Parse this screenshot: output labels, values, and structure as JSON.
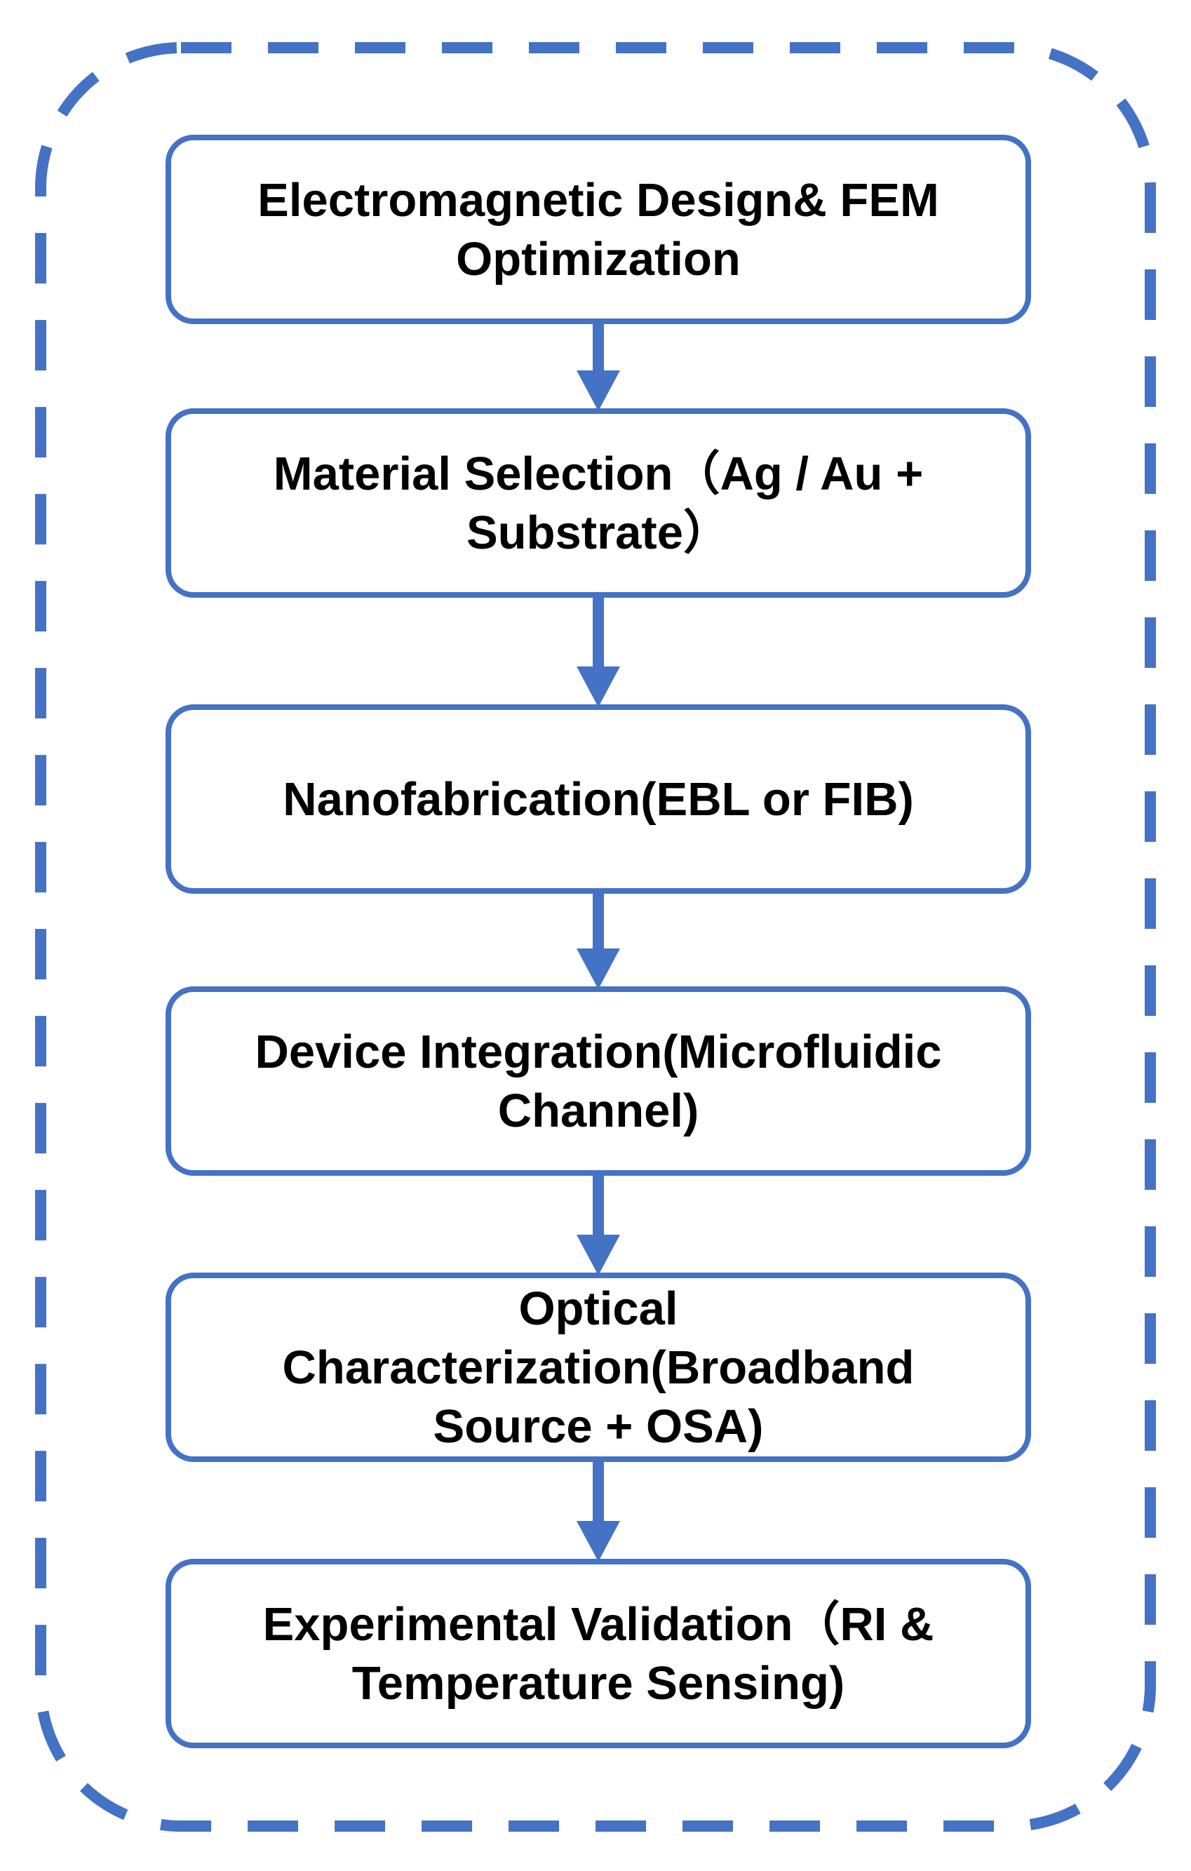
{
  "colors": {
    "accent": "#4472C4",
    "box_fill": "#ffffff",
    "text": "#000000"
  },
  "steps": [
    {
      "lines": [
        "Electromagnetic Design& FEM",
        "Optimization"
      ]
    },
    {
      "lines": [
        "Material Selection（Ag / Au +",
        "Substrate）"
      ]
    },
    {
      "lines": [
        "Nanofabrication(EBL or FIB)"
      ]
    },
    {
      "lines": [
        "Device Integration(Microfluidic",
        "Channel)"
      ]
    },
    {
      "lines": [
        "Optical",
        "Characterization(Broadband",
        "Source + OSA)"
      ]
    },
    {
      "lines": [
        "Experimental Validation（RI &",
        "Temperature Sensing)"
      ]
    }
  ]
}
